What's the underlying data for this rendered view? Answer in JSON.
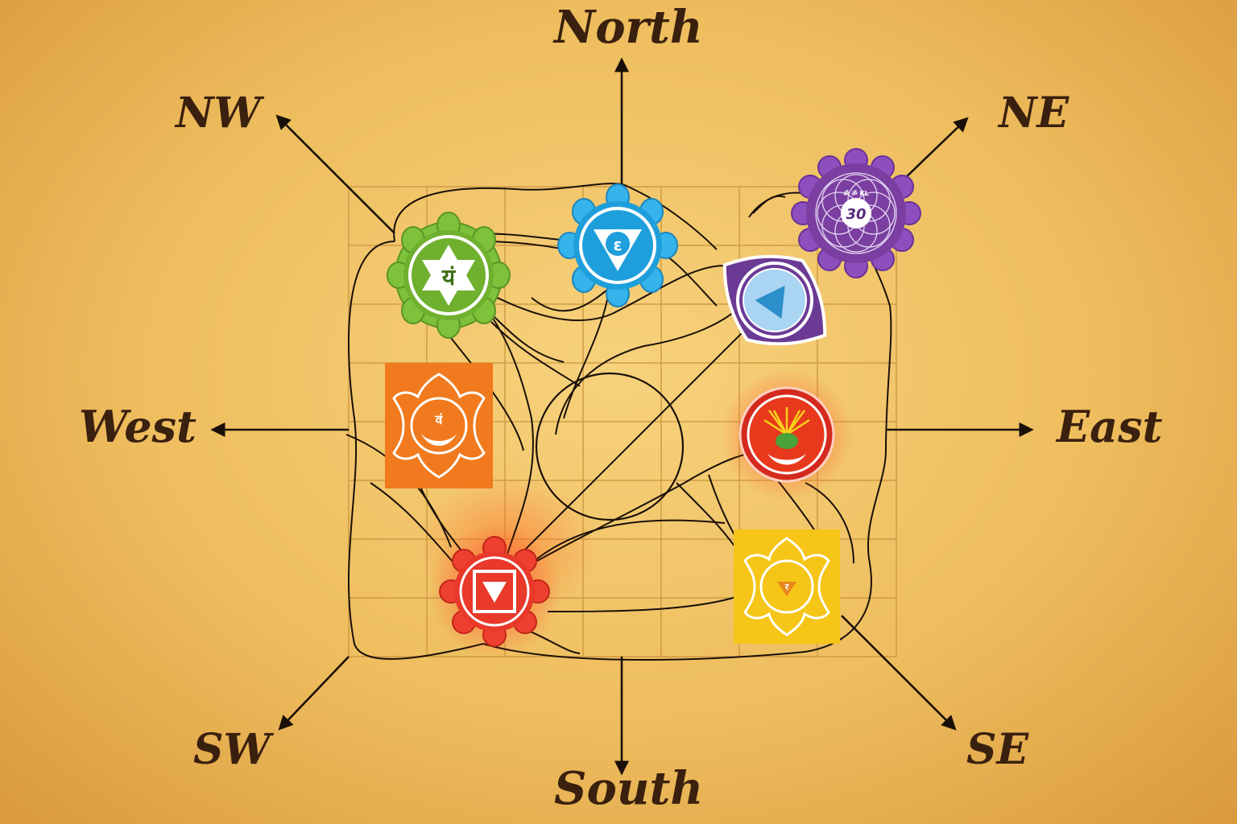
{
  "directions": {
    "north": "North",
    "south": "South",
    "east": "East",
    "west": "West",
    "ne": "NE",
    "nw": "NW",
    "se": "SE",
    "sw": "SW"
  },
  "chakras": {
    "heart": {
      "glyph": "यं",
      "color": "#6fb02e"
    },
    "throat": {
      "glyph": "ε",
      "color": "#1e9fdb"
    },
    "crown": {
      "glyph": "30",
      "small_text": "ॐ ॐ KL",
      "color": "#7a3fa0"
    },
    "third_eye": {
      "color": "#6a3a95"
    },
    "sacral": {
      "glyph": "वं",
      "color": "#f07a1d"
    },
    "manipura_red": {
      "color": "#d42a1e"
    },
    "root": {
      "color": "#e8392a"
    },
    "solar_plexus": {
      "glyph": "र",
      "color": "#f5c518"
    }
  },
  "colors": {
    "ink": "#1a1008",
    "label": "#3a200e",
    "grid": "#c9953f"
  }
}
